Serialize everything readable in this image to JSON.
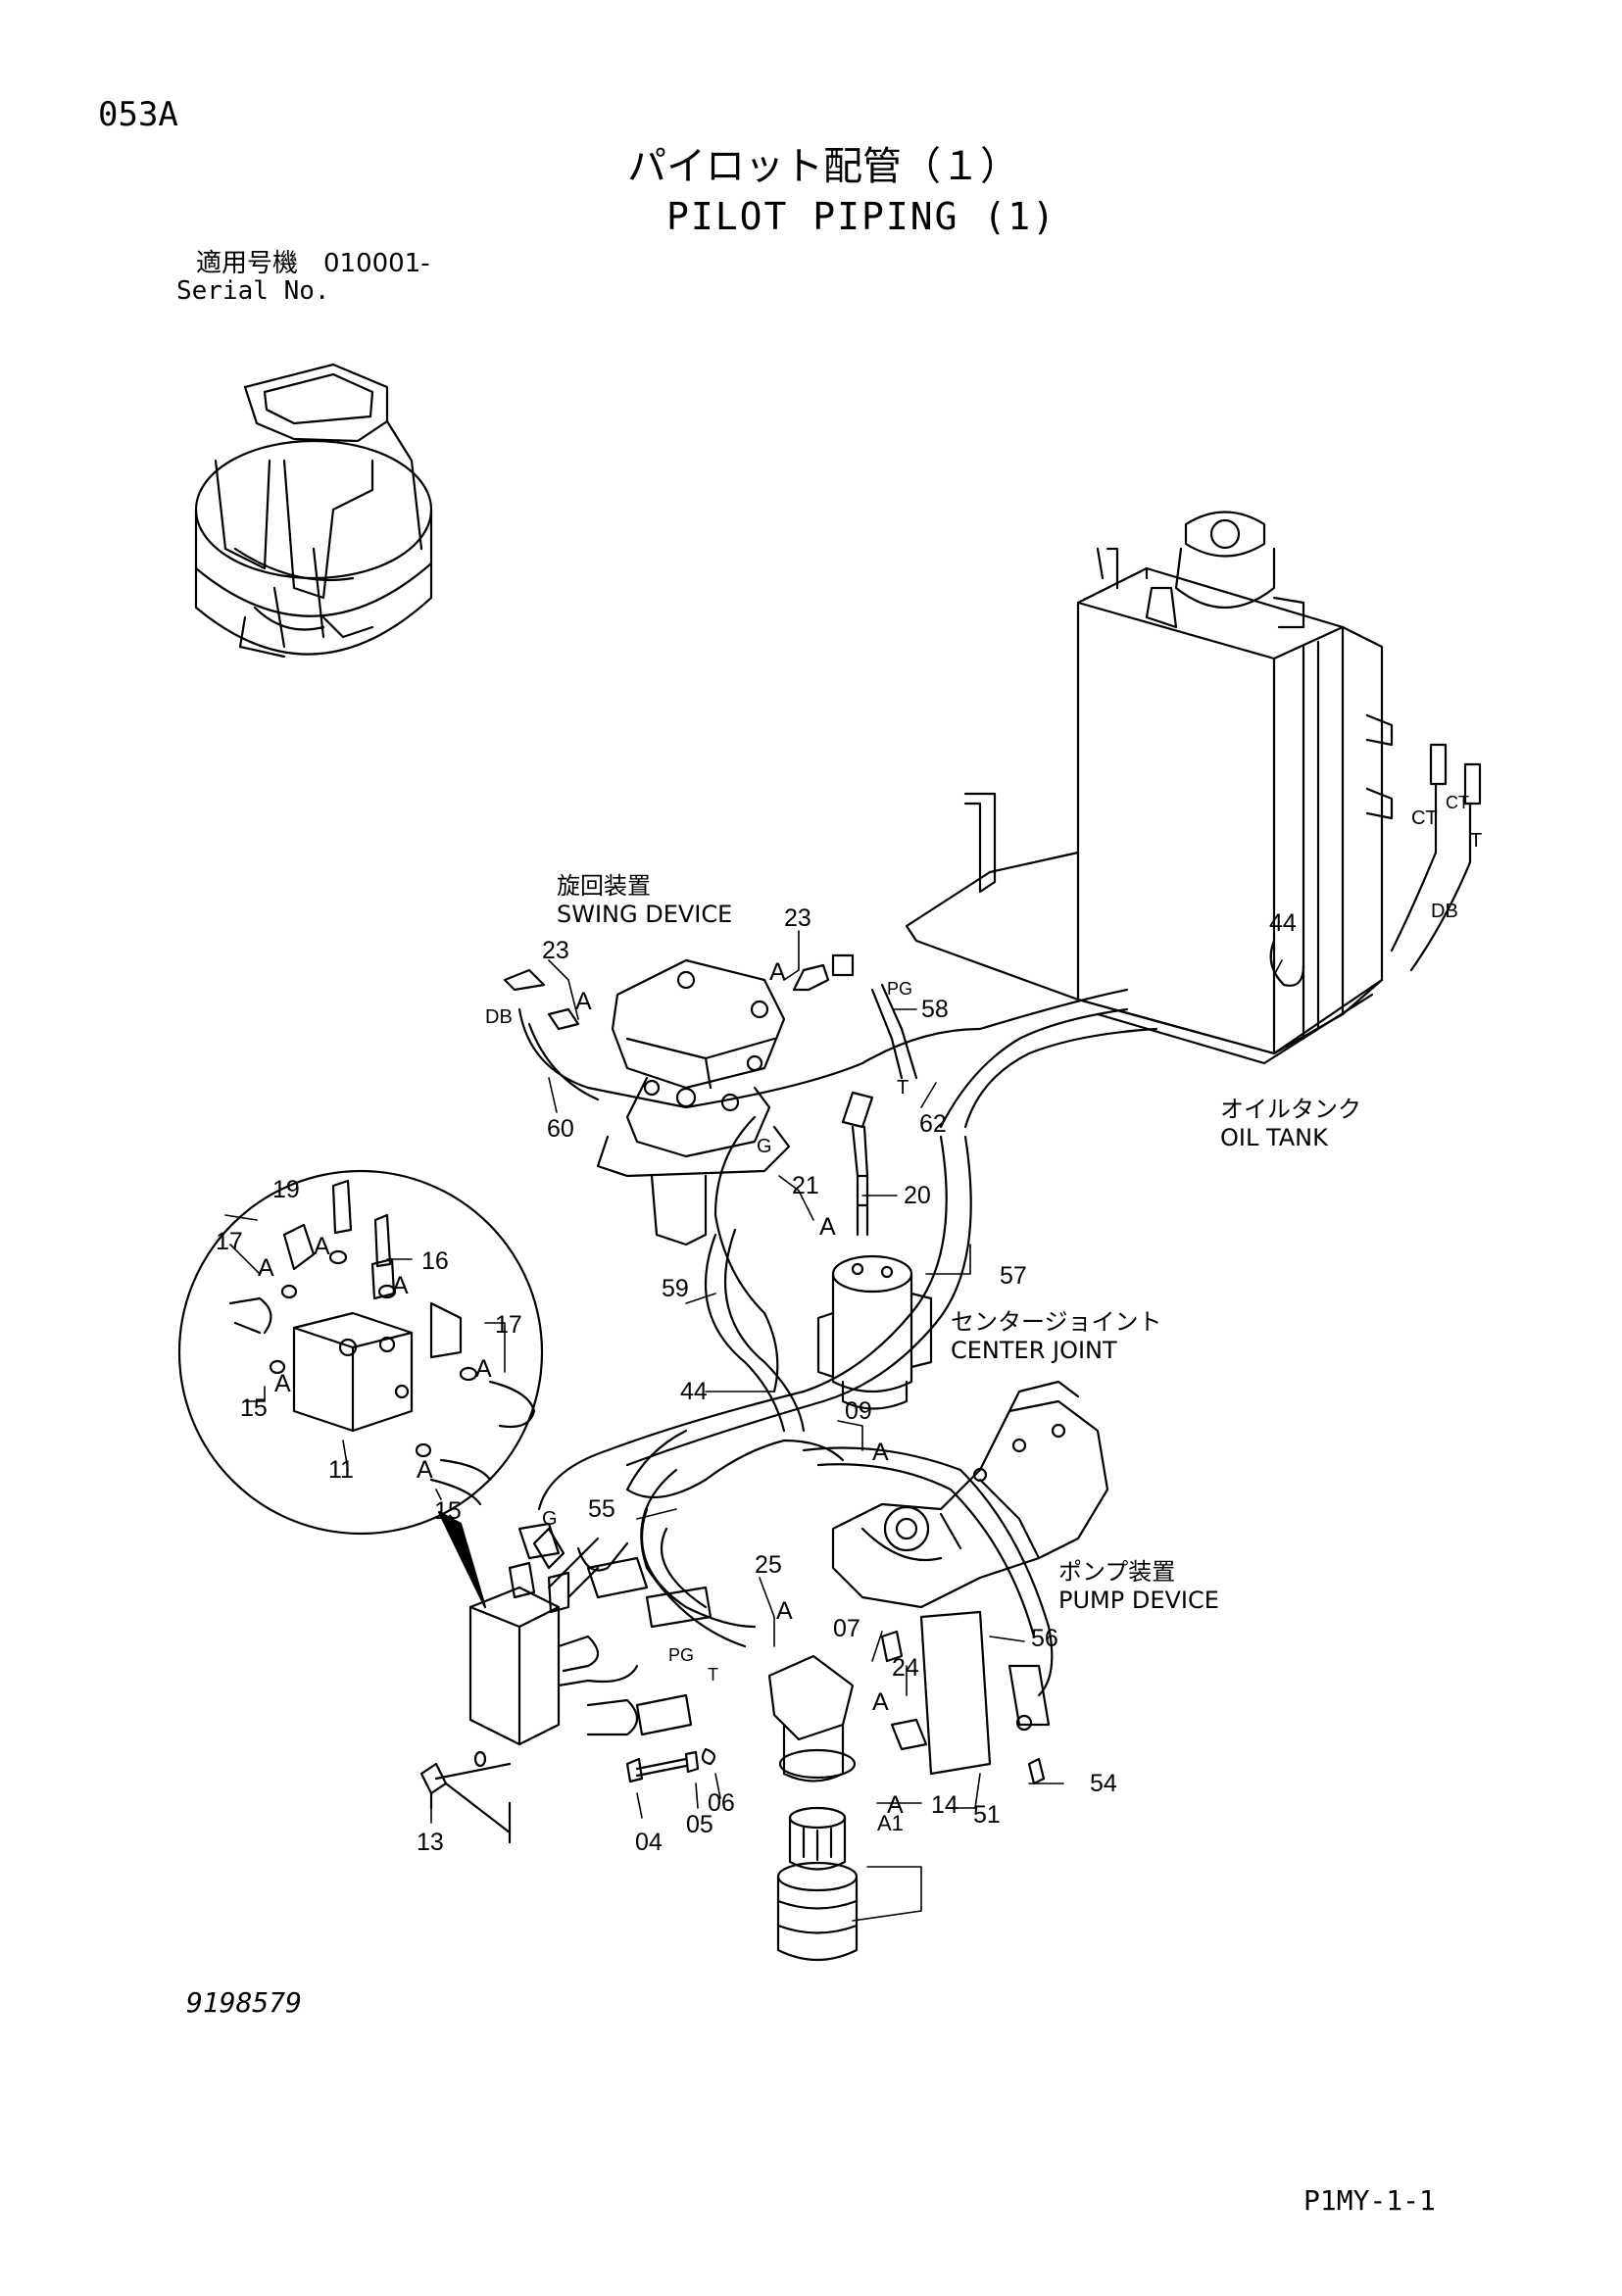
{
  "header": {
    "page_code": "053A",
    "title_jp": "パイロット配管（１）",
    "title_en": "PILOT PIPING (1)",
    "serial_label_jp": "適用号機　010001-",
    "serial_label_en": "Serial No."
  },
  "footer": {
    "drawing_number": "9198579",
    "page_reference": "P1MY-1-1"
  },
  "components": {
    "swing_device": {
      "jp": "旋回装置",
      "en": "SWING DEVICE"
    },
    "oil_tank": {
      "jp": "オイルタンク",
      "en": "OIL TANK"
    },
    "center_joint": {
      "jp": "センタージョイント",
      "en": "CENTER JOINT"
    },
    "pump_device": {
      "jp": "ポンプ装置",
      "en": "PUMP DEVICE"
    }
  },
  "callouts": {
    "c23a": "23",
    "c23b": "23",
    "c58": "58",
    "c60": "60",
    "c62": "62",
    "c44a": "44",
    "c21": "21",
    "c20": "20",
    "c57": "57",
    "c59": "59",
    "c44b": "44",
    "c09": "09",
    "c55": "55",
    "c25": "25",
    "c07": "07",
    "c24": "24",
    "c56": "56",
    "c54": "54",
    "c14": "14",
    "c51": "51",
    "c13": "13",
    "c04": "04",
    "c05": "05",
    "c06": "06",
    "c19": "19",
    "c17a": "17",
    "c16": "16",
    "c17b": "17",
    "c15a": "15",
    "c11": "11",
    "c15b": "15"
  },
  "port_labels": {
    "db1": "DB",
    "pg1": "PG",
    "t1": "T",
    "g1": "G",
    "pg2": "PG",
    "t2": "T",
    "ct": "CT",
    "t3": "T",
    "db2": "DB",
    "ct2": "CT",
    "g2": "G",
    "a1": "A1"
  },
  "ref_marks": {
    "a_swing1": "A",
    "a_swing2": "A",
    "a21": "A",
    "a09": "A",
    "a25": "A",
    "a24": "A",
    "a14": "A",
    "a_det1": "A",
    "a_det2": "A",
    "a_det3": "A",
    "a_det4": "A",
    "a_det5": "A",
    "a_det6": "A"
  }
}
